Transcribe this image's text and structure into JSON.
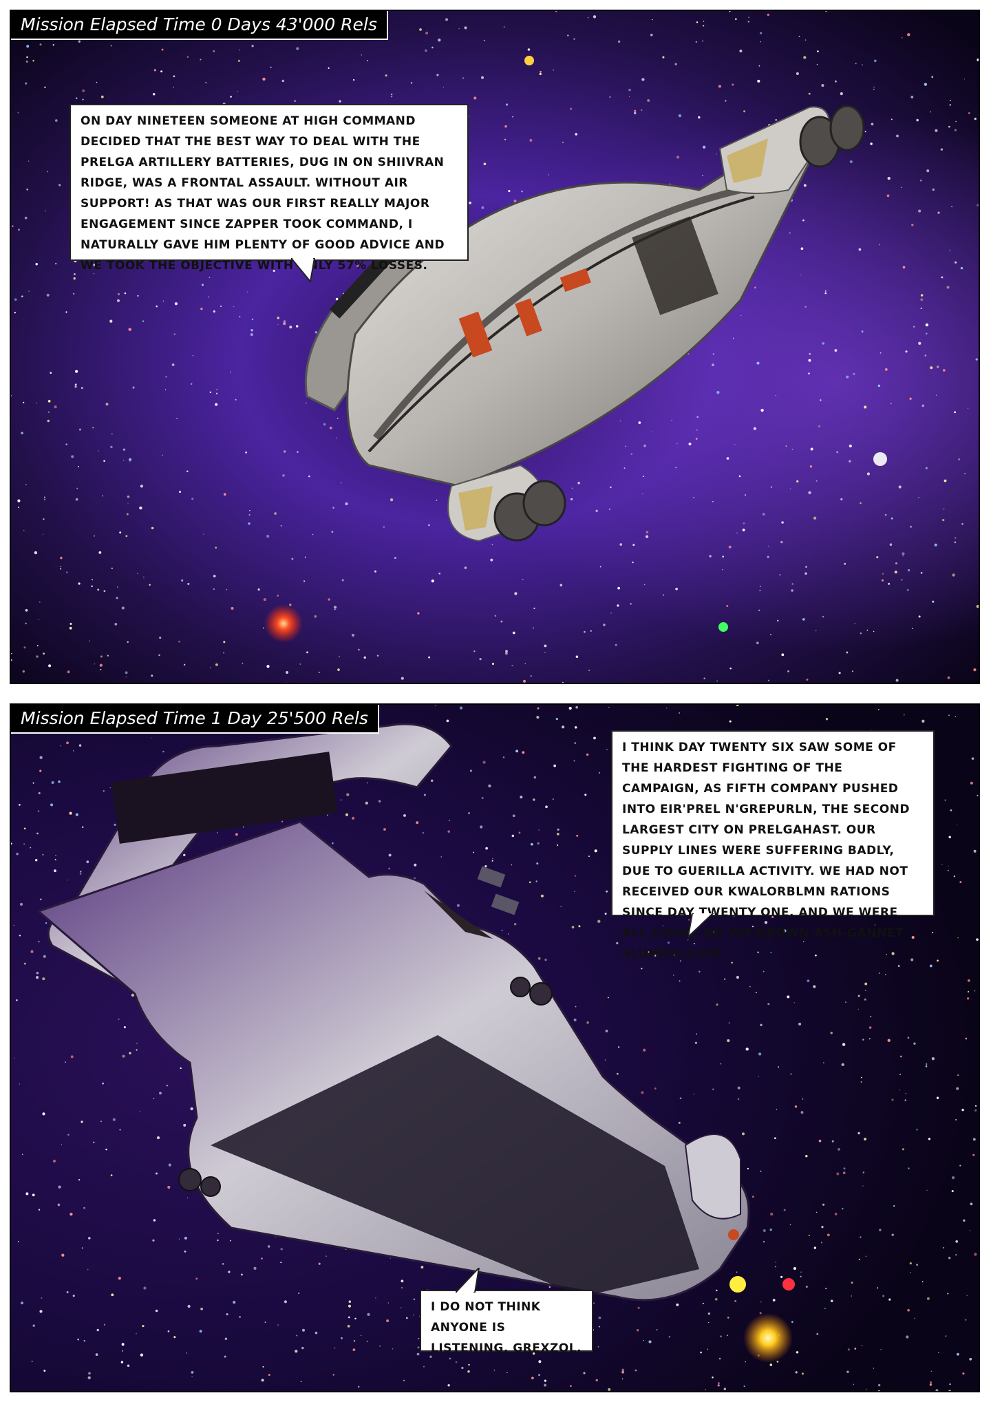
{
  "panels": [
    {
      "caption": "Mission Elapsed Time 0 Days 43'000 Rels",
      "balloon": "On day nineteen someone at High Command decided that the best way to deal with the Prelga artillery batteries, dug in on Shiivran Ridge, was a frontal assault. Without air support! As that was our first really major engagement since Zapper took command, I naturally gave him plenty of good advice and we took the objective with only 57% losses."
    },
    {
      "caption": "Mission Elapsed Time 1 Day 25'500 Rels",
      "balloon": "I think day twenty six saw some of the hardest fighting of the campaign, as Fifth Company pushed into Eir'Prel N'Grepurln, the second largest city on Prelgahast. Our supply lines were suffering badly, due to guerilla activity. We had not received our Kwalorblmn rations since day twenty one, and we were all living on vat-grown ash-gannet slumgullion.",
      "balloon_small": "I do not think anyone is listening, Grexzol."
    }
  ],
  "colors": {
    "space_dark": "#0a0418",
    "nebula_purple": "#4a1f8a",
    "hull_light": "#c9c6c2",
    "hull_dark": "#3a2f4a",
    "accent_red": "#c8481f",
    "accent_yellow": "#c9a84a"
  }
}
